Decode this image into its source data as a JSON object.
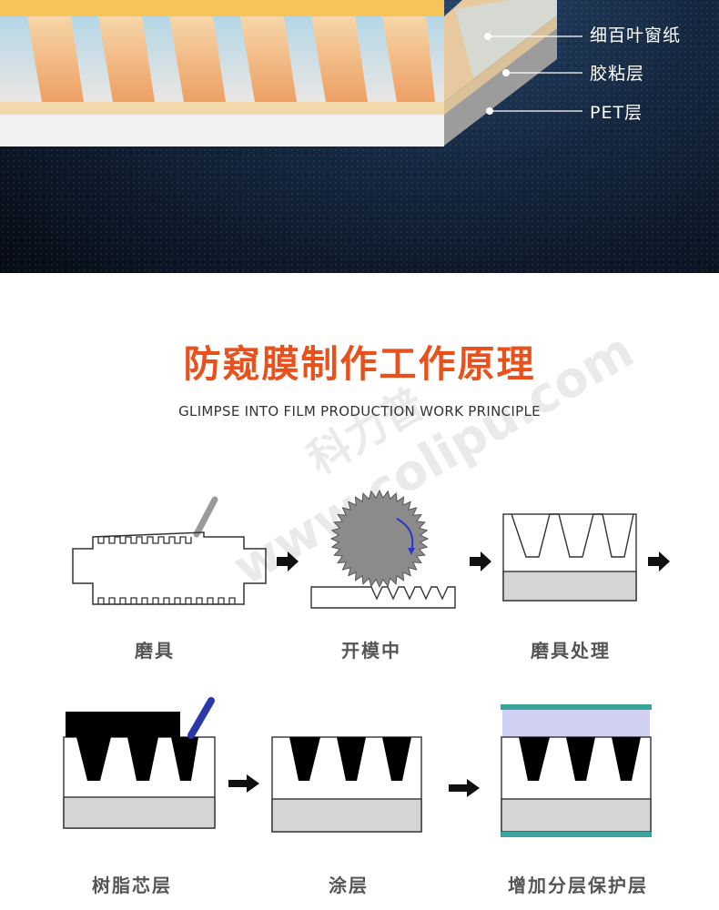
{
  "layers": {
    "louver": "细百叶窗纸",
    "adhesive": "胶粘层",
    "pet": "PET层"
  },
  "section": {
    "title": "防窥膜制作工作原理",
    "subtitle": "GLIMPSE INTO FILM PRODUCTION WORK PRINCIPLE"
  },
  "watermark": {
    "brand_cn": "科力普",
    "brand_url": "www.colipu.com"
  },
  "steps": [
    {
      "label": "磨具"
    },
    {
      "label": "开模中"
    },
    {
      "label": "磨具处理"
    },
    {
      "label": "树脂芯层"
    },
    {
      "label": "涂层"
    },
    {
      "label": "增加分层保护层"
    }
  ],
  "colors": {
    "title": "#e8501c",
    "hero_dark": "#060b14",
    "louver_orange": "#f0a766",
    "louver_blue": "#cde6f5",
    "protect_teal": "#3aa39c",
    "protect_lavender": "#cfd0f2",
    "gear_gray": "#8b8b8b"
  }
}
